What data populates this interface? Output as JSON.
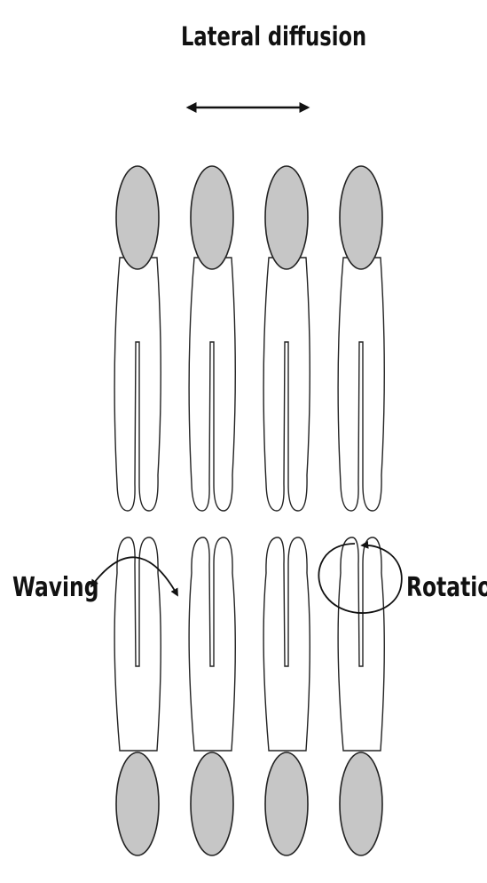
{
  "labels": {
    "lateral": "Lateral diffusion",
    "waving": "Waving",
    "rotation": "Rotation"
  },
  "colors": {
    "head_fill": "#c6c6c6",
    "outline": "#222222",
    "background": "#ffffff"
  },
  "layers": {
    "upper_count": 4,
    "lower_count": 4
  }
}
